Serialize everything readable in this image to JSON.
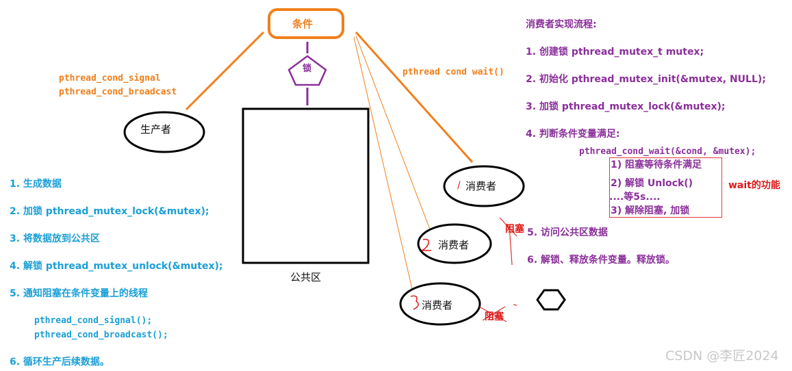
{
  "condition": {
    "label": "条件"
  },
  "lock": {
    "label": "锁"
  },
  "producer": {
    "label": "生产者"
  },
  "common_area": {
    "label": "公共区"
  },
  "signal_calls": {
    "line1": "pthread_cond_signal",
    "line2": "pthread_cond_broadcast"
  },
  "wait_call": {
    "label": "pthread cond wait()"
  },
  "consumers": [
    {
      "label": "消费者",
      "mark": "/"
    },
    {
      "label": "消费者",
      "mark": "2"
    },
    {
      "label": "消费者",
      "mark": "3"
    }
  ],
  "blocked_labels": [
    "阻塞",
    "阻塞"
  ],
  "producer_steps": [
    "1. 生成数据",
    "2. 加锁 pthread_mutex_lock(&mutex);",
    "3. 将数据放到公共区",
    "4. 解锁 pthread_mutex_unlock(&mutex);",
    "5. 通知阻塞在条件变量上的线程",
    "pthread_cond_signal();",
    "pthread_cond_broadcast();",
    "6. 循环生产后续数据。"
  ],
  "consumer_flow": {
    "title": "消费者实现流程:",
    "steps": [
      "1. 创建锁 pthread_mutex_t mutex;",
      "2. 初始化 pthread_mutex_init(&mutex, NULL);",
      "3. 加锁 pthread_mutex_lock(&mutex);",
      "4. 判断条件变量满足:",
      "pthread_cond_wait(&cond, &mutex);",
      "5. 访问公共区数据",
      "6. 解锁、释放条件变量。释放锁。"
    ]
  },
  "wait_details": {
    "lines": [
      "1) 阻塞等待条件满足",
      "2) 解锁 Unlock()",
      "....等5s....",
      "3) 解除阻塞, 加锁"
    ],
    "note": "wait的功能"
  },
  "watermark": "CSDN @李匠2024",
  "colors": {
    "orange": "#f07f1a",
    "purple": "#8a2f9a",
    "blue": "#1a9fd6",
    "red": "#e01818"
  }
}
